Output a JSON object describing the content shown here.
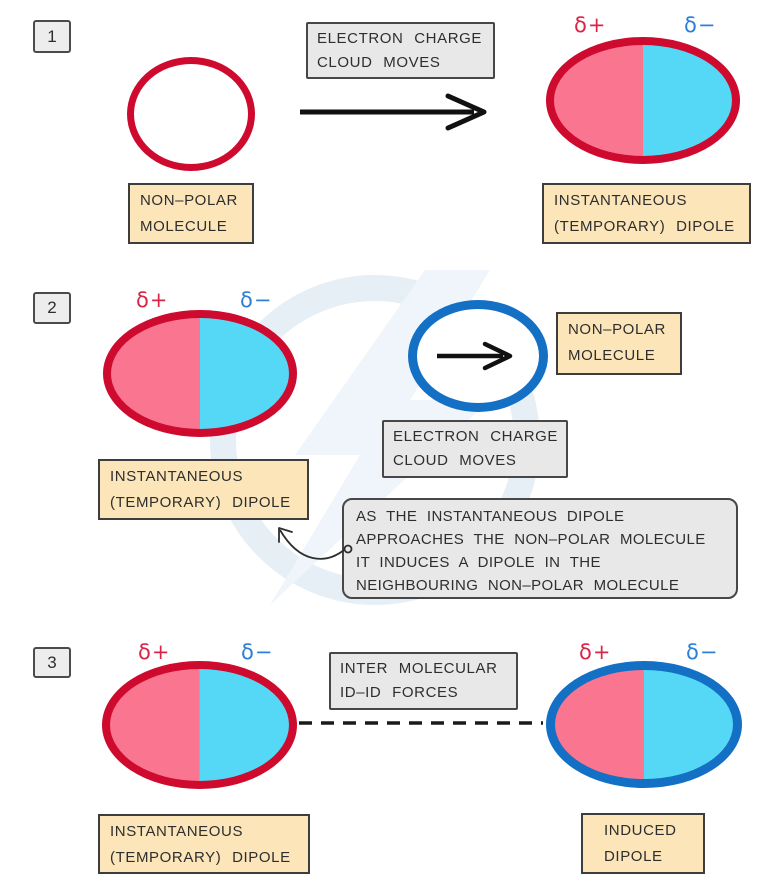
{
  "colors": {
    "red_outline": "#ce0a2e",
    "blue_outline": "#1470c4",
    "pink_fill": "#fa7590",
    "cyan_fill": "#55d8f6",
    "delta_plus_text": "#d92648",
    "delta_minus_text": "#2c7fd9",
    "cream_box_bg": "#fbe5b9",
    "gray_box_bg": "#e7e8e7",
    "arrow_black": "#111111"
  },
  "labels": {
    "delta_plus": "δ+",
    "delta_minus": "δ−"
  },
  "panel1": {
    "number": "1",
    "electron_box_lines": [
      "ELECTRON CHARGE",
      "CLOUD MOVES"
    ],
    "nonpolar_box_lines": [
      "NON–POLAR",
      "MOLECULE"
    ],
    "dipole_box_lines": [
      "INSTANTANEOUS",
      "(TEMPORARY) DIPOLE"
    ]
  },
  "panel2": {
    "number": "2",
    "dipole_box_lines": [
      "INSTANTANEOUS",
      "(TEMPORARY) DIPOLE"
    ],
    "nonpolar_box_lines": [
      "NON–POLAR",
      "MOLECULE"
    ],
    "electron_box_lines": [
      "ELECTRON CHARGE",
      "CLOUD MOVES"
    ],
    "note_box_lines": [
      "AS THE INSTANTANEOUS DIPOLE",
      "APPROACHES THE NON–POLAR MOLECULE",
      "IT INDUCES A DIPOLE IN THE",
      "NEIGHBOURING NON–POLAR MOLECULE"
    ]
  },
  "panel3": {
    "number": "3",
    "forces_box_lines": [
      "INTER MOLECULAR",
      "ID–ID FORCES"
    ],
    "dipole_box_lines": [
      "INSTANTANEOUS",
      "(TEMPORARY) DIPOLE"
    ],
    "induced_box_lines": [
      "INDUCED",
      "DIPOLE"
    ]
  }
}
